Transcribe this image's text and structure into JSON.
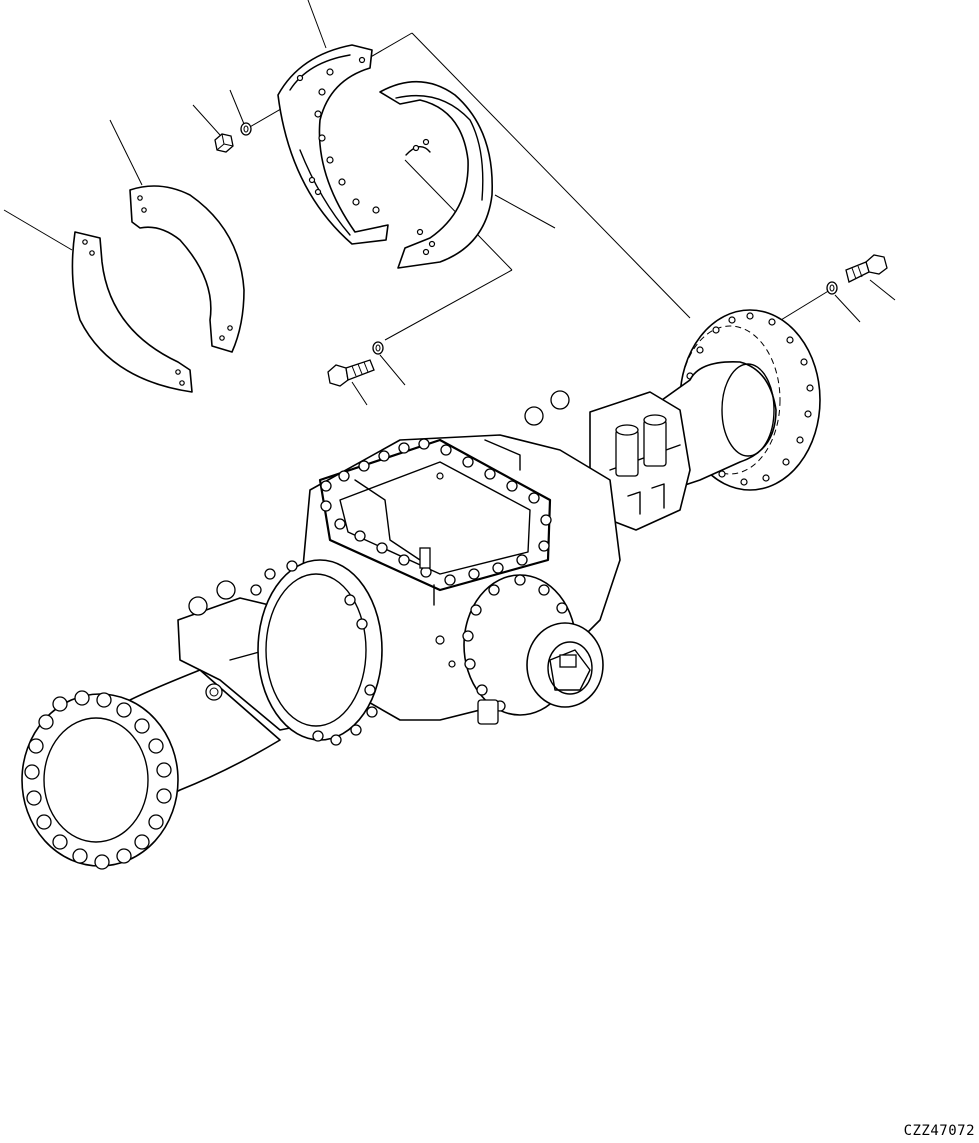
{
  "drawing": {
    "id": "CZZ47072"
  },
  "parts": [
    {
      "name": "brake-shoe-upper"
    },
    {
      "name": "brake-shoe-lower"
    },
    {
      "name": "shim-plate-front"
    },
    {
      "name": "shim-plate-rear"
    },
    {
      "name": "nut"
    },
    {
      "name": "washer"
    },
    {
      "name": "bolt"
    }
  ],
  "colors": {
    "line": "#000000",
    "background": "#ffffff"
  }
}
